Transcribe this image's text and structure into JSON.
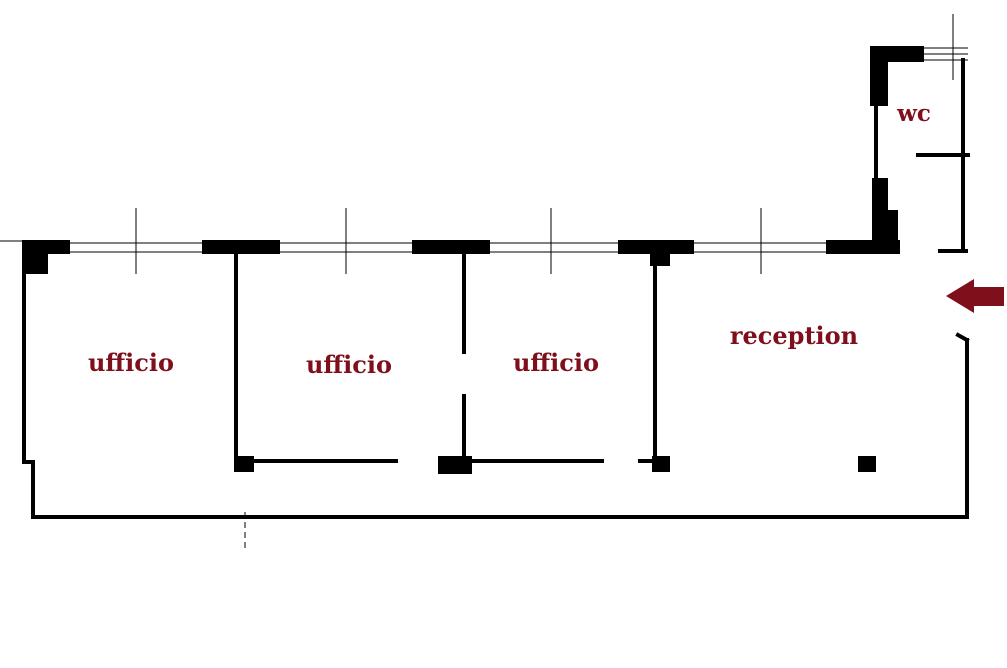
{
  "rooms": [
    {
      "id": "office-1",
      "label": "ufficio"
    },
    {
      "id": "office-2",
      "label": "ufficio"
    },
    {
      "id": "office-3",
      "label": "ufficio"
    },
    {
      "id": "reception",
      "label": "reception"
    },
    {
      "id": "wc",
      "label": "wc"
    }
  ],
  "entrance": {
    "icon": "arrow-left-icon",
    "color": "#800f1c"
  },
  "colors": {
    "label": "#800f1c",
    "walls": "#000000"
  }
}
